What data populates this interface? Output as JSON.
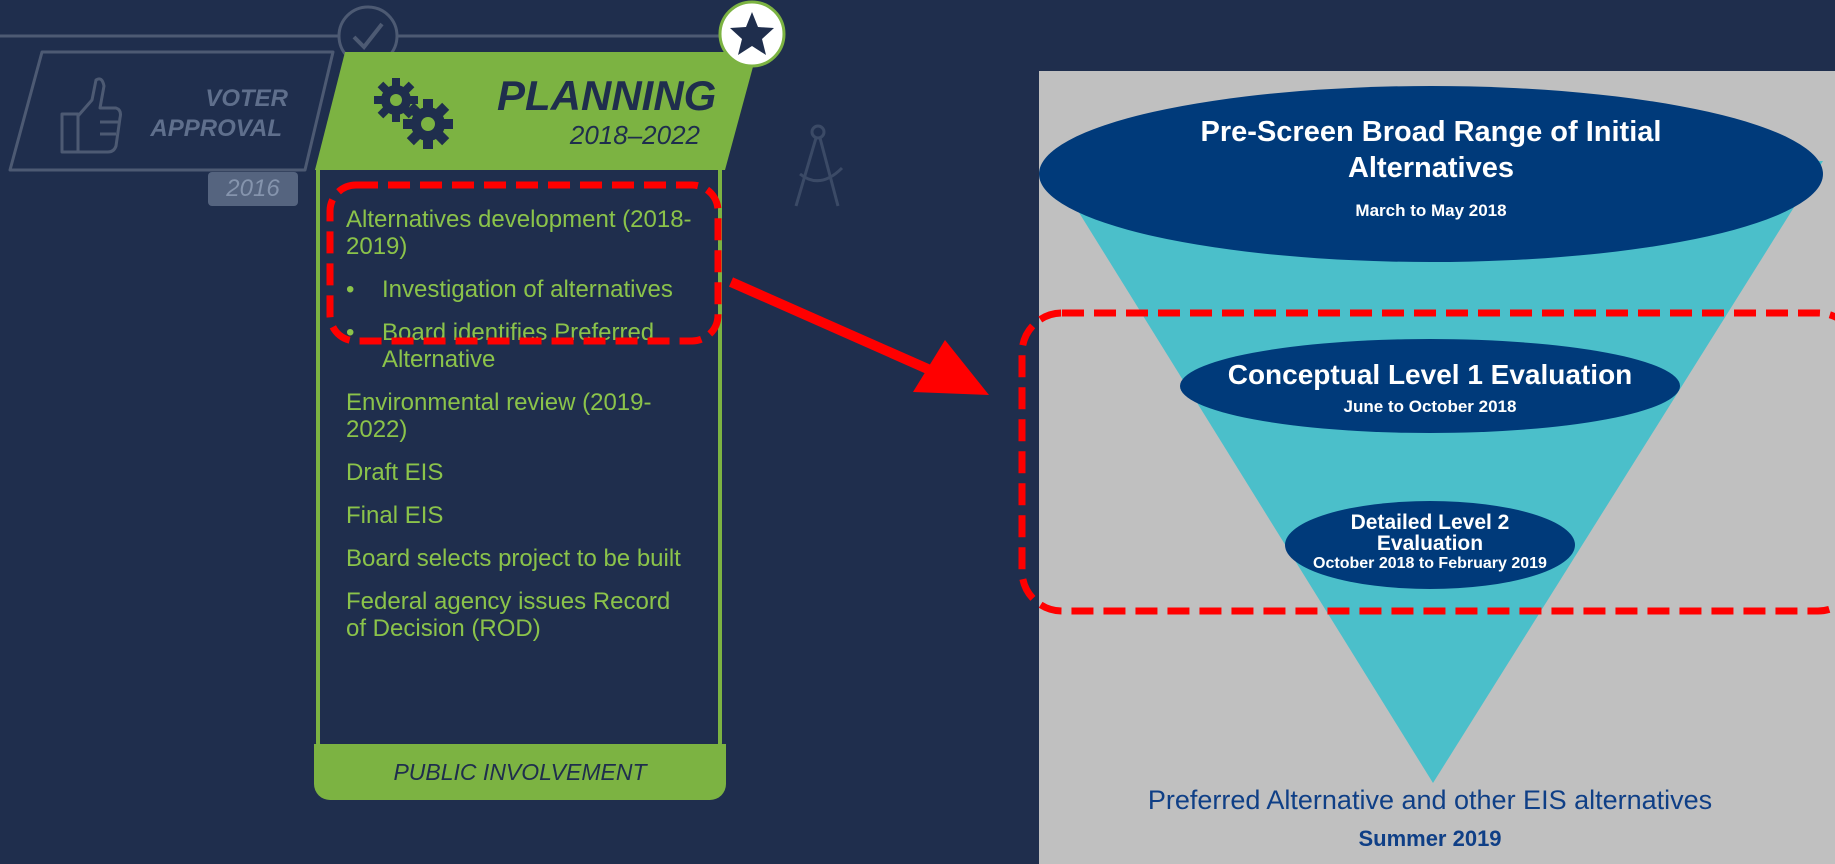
{
  "voter_approval": {
    "label_line1": "VOTER",
    "label_line2": "APPROVAL",
    "year": "2016"
  },
  "planning": {
    "title": "PLANNING",
    "years": "2018–2022",
    "items": [
      {
        "text": "Alternatives development (2018-2019)",
        "bullet": false
      },
      {
        "text": "Investigation of alternatives",
        "bullet": true
      },
      {
        "text": "Board identifies Preferred Alternative",
        "bullet": true
      },
      {
        "text": "Environmental review (2019-2022)",
        "bullet": false
      },
      {
        "text": "Draft EIS",
        "bullet": false
      },
      {
        "text": "Final EIS",
        "bullet": false
      },
      {
        "text": "Board selects project to be built",
        "bullet": false
      },
      {
        "text": "Federal agency issues Record of Decision (ROD)",
        "bullet": false
      }
    ],
    "footer": "PUBLIC INVOLVEMENT"
  },
  "funnel": {
    "stage1": {
      "title_line1": "Pre-Screen Broad Range of Initial",
      "title_line2": "Alternatives",
      "dates": "March to May 2018"
    },
    "stage2": {
      "title": "Conceptual Level 1 Evaluation",
      "dates": "June to October 2018"
    },
    "stage3": {
      "title_line1": "Detailed Level 2",
      "title_line2": "Evaluation",
      "dates": "October 2018 to February 2019"
    },
    "result": {
      "title": "Preferred Alternative and other EIS alternatives",
      "dates": "Summer 2019"
    }
  },
  "colors": {
    "background": "#1f2e4d",
    "planning_green": "#7cb342",
    "text_green": "#8bc34a",
    "highlight_red": "#ff0000",
    "funnel_teal": "#4bbfca",
    "ellipse_navy": "#003a7a"
  },
  "icons": [
    "thumbs-up-icon",
    "check-circle-icon",
    "star-icon",
    "gears-icon",
    "compass-icon",
    "arrow-icon"
  ]
}
